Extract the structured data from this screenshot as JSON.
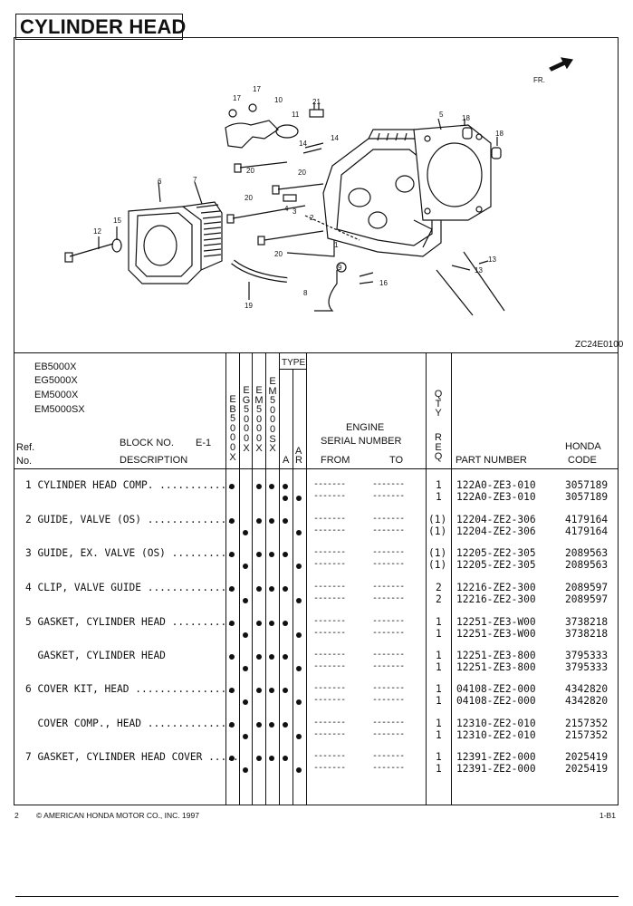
{
  "title": "CYLINDER HEAD",
  "diagram": {
    "code": "ZC24E0100",
    "front_label": "FR.",
    "callouts": [
      "1",
      "2",
      "3",
      "4",
      "5",
      "6",
      "7",
      "8",
      "11",
      "10",
      "12",
      "13",
      "13",
      "14",
      "14",
      "15",
      "16",
      "17",
      "17",
      "18",
      "18",
      "19",
      "20",
      "20",
      "20",
      "20",
      "21",
      "9"
    ]
  },
  "header": {
    "models": [
      "EB5000X",
      "EG5000X",
      "EM5000X",
      "EM5000SX"
    ],
    "ref": "Ref.",
    "no": "No.",
    "block_no_label": "BLOCK NO.",
    "block_no_value": "E-1",
    "description": "DESCRIPTION",
    "type_label": "TYPE",
    "model_columns": [
      "EB5000X",
      "EG5000X",
      "EM5000X",
      "EM5000SX"
    ],
    "type_columns": [
      "A",
      "R"
    ],
    "engine_serial": "ENGINE",
    "serial_number": "SERIAL NUMBER",
    "from": "FROM",
    "to": "TO",
    "qty_label": "Q\nT\nY",
    "req_label": "R\nE\nQ",
    "part_number": "PART NUMBER",
    "honda_code_1": "HONDA",
    "honda_code_2": "CODE"
  },
  "rows": [
    {
      "desc": "1 CYLINDER HEAD COMP. ............",
      "lines": [
        {
          "dots": [
            0,
            2,
            3,
            4
          ],
          "qty": "1",
          "part": "122A0-ZE3-010",
          "code": "3057189"
        },
        {
          "dots": [
            4,
            5
          ],
          "qty": "1",
          "part": "122A0-ZE3-010",
          "code": "3057189"
        }
      ]
    },
    {
      "desc": "2 GUIDE, VALVE (OS) ..............",
      "lines": [
        {
          "dots": [
            0,
            2,
            3,
            4
          ],
          "qty": "(1)",
          "part": "12204-ZE2-306",
          "code": "4179164"
        },
        {
          "dots": [
            1,
            5
          ],
          "qty": "(1)",
          "part": "12204-ZE2-306",
          "code": "4179164"
        }
      ]
    },
    {
      "desc": "3 GUIDE, EX. VALVE (OS) ..........",
      "lines": [
        {
          "dots": [
            0,
            2,
            3,
            4
          ],
          "qty": "(1)",
          "part": "12205-ZE2-305",
          "code": "2089563"
        },
        {
          "dots": [
            1,
            5
          ],
          "qty": "(1)",
          "part": "12205-ZE2-305",
          "code": "2089563"
        }
      ]
    },
    {
      "desc": "4 CLIP, VALVE GUIDE ..............",
      "lines": [
        {
          "dots": [
            0,
            2,
            3,
            4
          ],
          "qty": "2",
          "part": "12216-ZE2-300",
          "code": "2089597"
        },
        {
          "dots": [
            1,
            5
          ],
          "qty": "2",
          "part": "12216-ZE2-300",
          "code": "2089597"
        }
      ]
    },
    {
      "desc": "5 GASKET, CYLINDER HEAD ..........",
      "lines": [
        {
          "dots": [
            0,
            2,
            3,
            4
          ],
          "qty": "1",
          "part": "12251-ZE3-W00",
          "code": "3738218"
        },
        {
          "dots": [
            1,
            5
          ],
          "qty": "1",
          "part": "12251-ZE3-W00",
          "code": "3738218"
        }
      ]
    },
    {
      "desc": "  GASKET, CYLINDER HEAD",
      "lines": [
        {
          "dots": [
            0,
            2,
            3,
            4
          ],
          "qty": "1",
          "part": "12251-ZE3-800",
          "code": "3795333"
        },
        {
          "dots": [
            1,
            5
          ],
          "qty": "1",
          "part": "12251-ZE3-800",
          "code": "3795333"
        }
      ]
    },
    {
      "desc": "6 COVER KIT, HEAD ................",
      "lines": [
        {
          "dots": [
            0,
            2,
            3,
            4
          ],
          "qty": "1",
          "part": "04108-ZE2-000",
          "code": "4342820"
        },
        {
          "dots": [
            1,
            5
          ],
          "qty": "1",
          "part": "04108-ZE2-000",
          "code": "4342820"
        }
      ]
    },
    {
      "desc": "  COVER COMP., HEAD ..............",
      "lines": [
        {
          "dots": [
            0,
            2,
            3,
            4
          ],
          "qty": "1",
          "part": "12310-ZE2-010",
          "code": "2157352"
        },
        {
          "dots": [
            1,
            5
          ],
          "qty": "1",
          "part": "12310-ZE2-010",
          "code": "2157352"
        }
      ]
    },
    {
      "desc": "7 GASKET, CYLINDER HEAD COVER .....",
      "lines": [
        {
          "dots": [
            0,
            2,
            3,
            4
          ],
          "qty": "1",
          "part": "12391-ZE2-000",
          "code": "2025419"
        },
        {
          "dots": [
            1,
            5
          ],
          "qty": "1",
          "part": "12391-ZE2-000",
          "code": "2025419"
        }
      ]
    }
  ],
  "dash_text": "-------",
  "footer": {
    "page": "2",
    "copyright": "© AMERICAN HONDA MOTOR CO., INC. 1997",
    "page_code": "1-B1"
  }
}
